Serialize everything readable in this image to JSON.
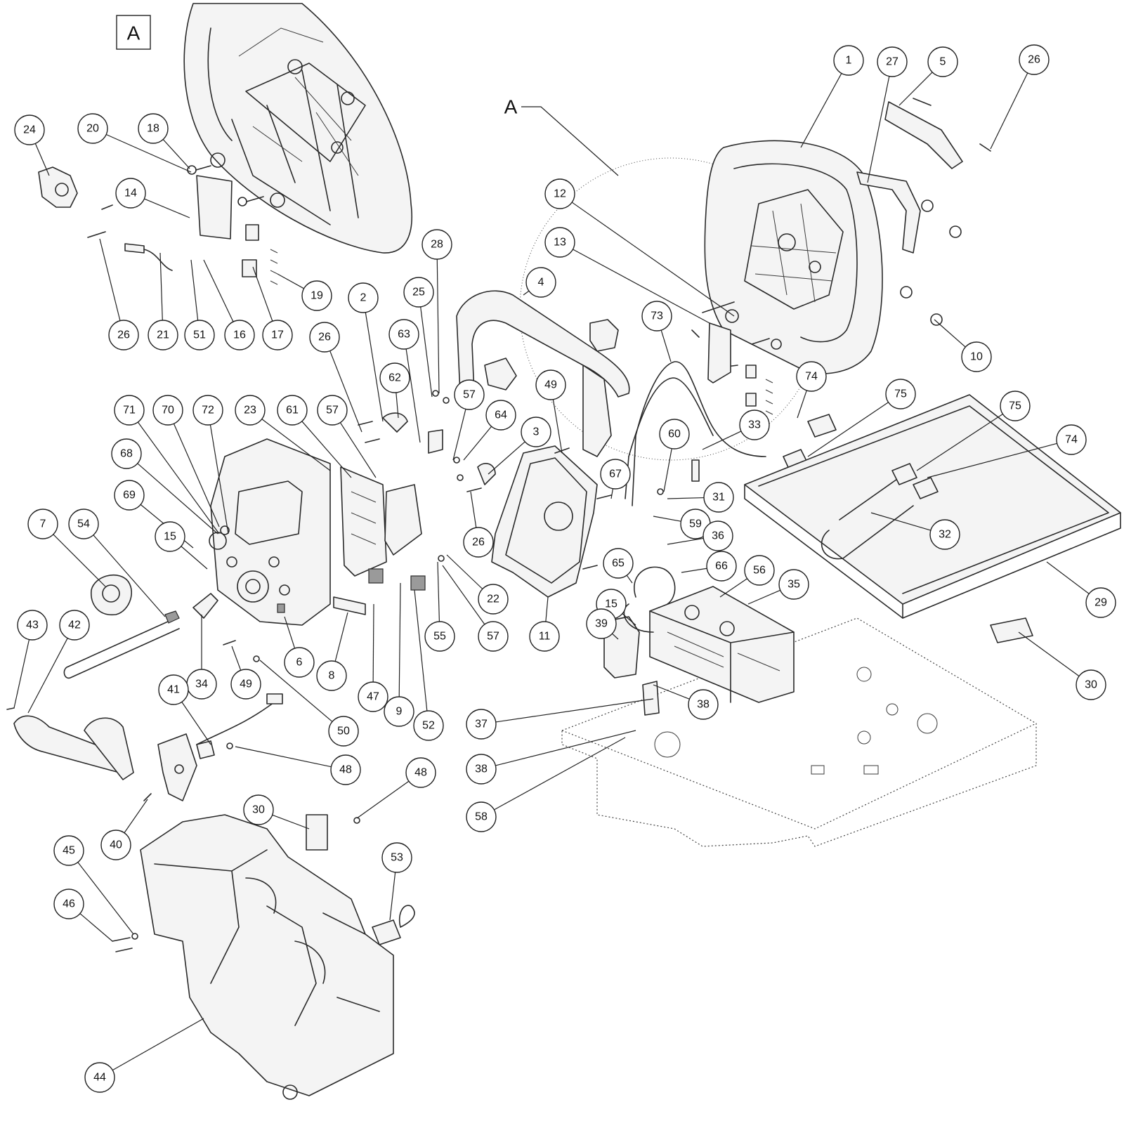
{
  "detail_box_label": "A",
  "detail_pointer_label": "A",
  "callouts": [
    "1",
    "27",
    "5",
    "26",
    "12",
    "13",
    "10",
    "73",
    "74",
    "75",
    "75",
    "74",
    "32",
    "29",
    "30",
    "4",
    "28",
    "25",
    "63",
    "62",
    "2",
    "26",
    "57",
    "64",
    "3",
    "49",
    "26",
    "22",
    "55",
    "57",
    "11",
    "33",
    "60",
    "31",
    "59",
    "36",
    "67",
    "65",
    "66",
    "56",
    "35",
    "15",
    "39",
    "38",
    "37",
    "38",
    "58",
    "24",
    "20",
    "18",
    "14",
    "26",
    "21",
    "51",
    "16",
    "17",
    "19",
    "71",
    "70",
    "72",
    "23",
    "61",
    "57",
    "68",
    "69",
    "15",
    "7",
    "54",
    "43",
    "42",
    "34",
    "49",
    "6",
    "8",
    "47",
    "9",
    "52",
    "50",
    "41",
    "48",
    "48",
    "40",
    "30",
    "53",
    "45",
    "46",
    "44"
  ]
}
